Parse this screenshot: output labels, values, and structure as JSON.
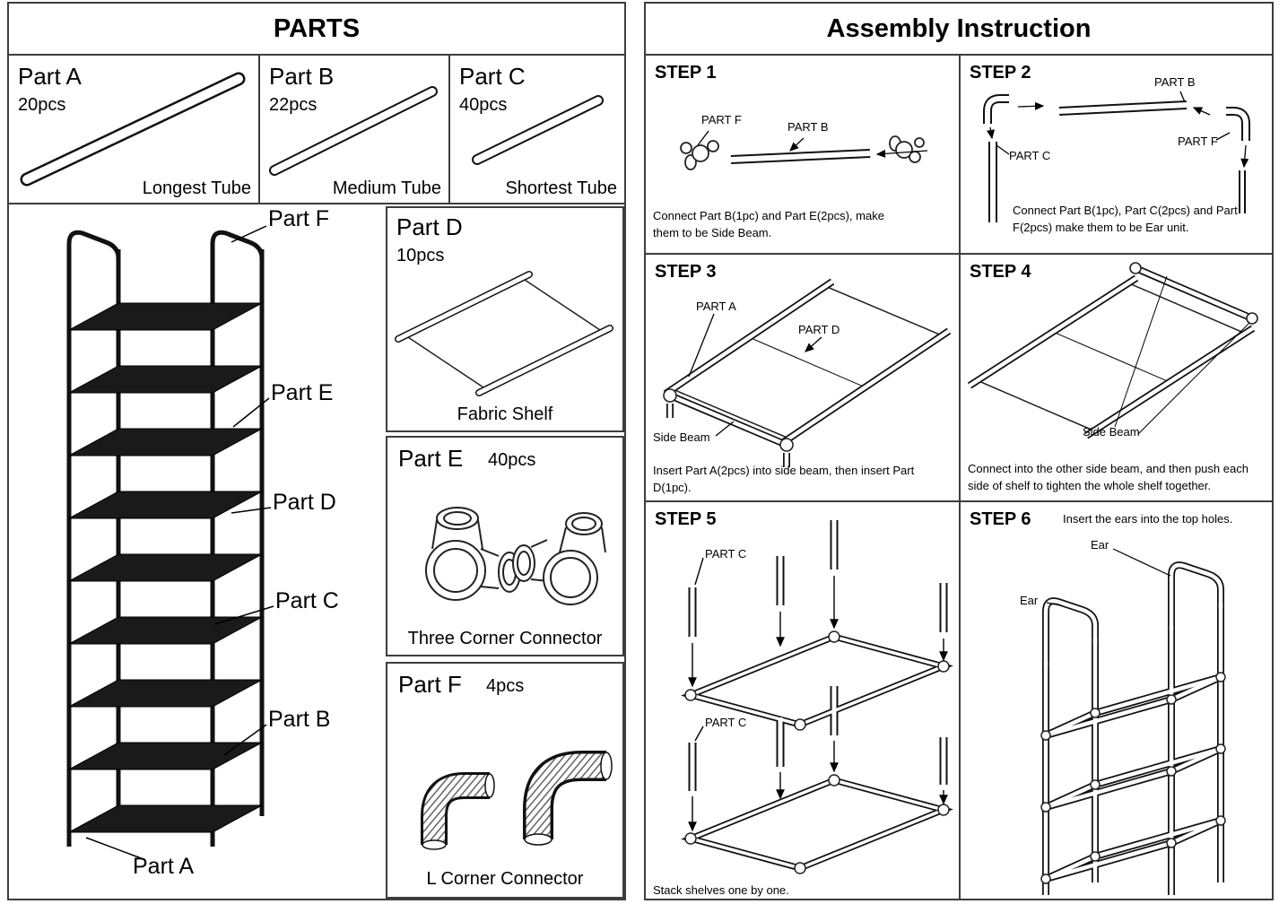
{
  "left_panel": {
    "title": "PARTS",
    "tube_boxes": [
      {
        "name": "Part A",
        "qty": "20pcs",
        "caption": "Longest Tube"
      },
      {
        "name": "Part B",
        "qty": "22pcs",
        "caption": "Medium Tube"
      },
      {
        "name": "Part C",
        "qty": "40pcs",
        "caption": "Shortest Tube"
      }
    ],
    "rack_labels": [
      "Part F",
      "Part E",
      "Part D",
      "Part C",
      "Part B",
      "Part A"
    ],
    "detail_boxes": [
      {
        "name": "Part D",
        "qty": "10pcs",
        "caption": "Fabric Shelf"
      },
      {
        "name": "Part E",
        "qty": "40pcs",
        "caption": "Three Corner Connector"
      },
      {
        "name": "Part F",
        "qty": "4pcs",
        "caption": "L Corner Connector"
      }
    ]
  },
  "right_panel": {
    "title": "Assembly Instruction",
    "steps": [
      {
        "label": "STEP 1",
        "callouts": [
          "PART F",
          "PART B"
        ],
        "text": "Connect Part B(1pc) and Part E(2pcs), make them to be Side Beam."
      },
      {
        "label": "STEP 2",
        "callouts": [
          "PART B",
          "PART C",
          "PART F"
        ],
        "text": "Connect Part B(1pc), Part C(2pcs) and Part F(2pcs) make them to be Ear unit."
      },
      {
        "label": "STEP 3",
        "callouts": [
          "PART A",
          "PART D",
          "Side Beam"
        ],
        "text": "Insert Part A(2pcs) into side beam, then insert Part D(1pc)."
      },
      {
        "label": "STEP 4",
        "callouts": [
          "Side Beam"
        ],
        "text": "Connect into the other side beam, and then push each side of shelf to tighten the whole shelf together."
      },
      {
        "label": "STEP 5",
        "callouts": [
          "PART C",
          "PART C"
        ],
        "text": "Stack shelves one by one."
      },
      {
        "label": "STEP 6",
        "callouts": [
          "Ear",
          "Ear"
        ],
        "note": "Insert the ears into the top holes."
      }
    ]
  }
}
